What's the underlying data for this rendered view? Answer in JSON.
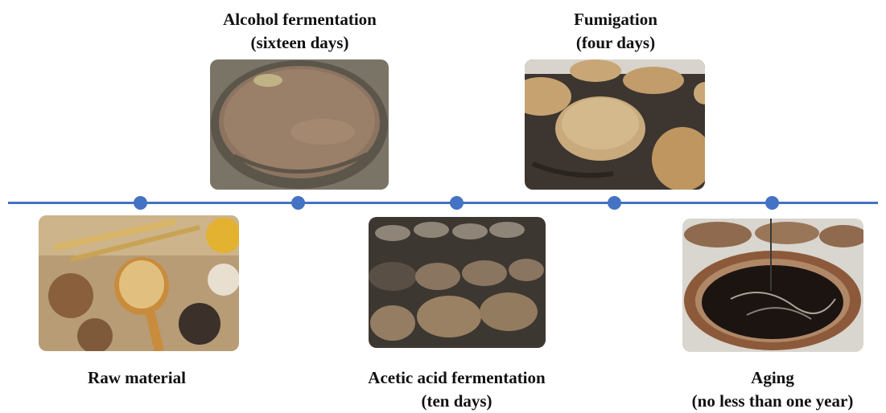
{
  "timeline": {
    "color": "#4472C4",
    "node_count": 5
  },
  "stages": [
    {
      "title": "Raw material",
      "subtitle": "",
      "image": "grains-and-seeds-photo"
    },
    {
      "title": "Alcohol fermentation",
      "subtitle": "(sixteen days)",
      "image": "fermentation-vat-photo"
    },
    {
      "title": "Acetic acid fermentation",
      "subtitle": "(ten days)",
      "image": "acetic-fermentation-pots-photo"
    },
    {
      "title": "Fumigation",
      "subtitle": "(four days)",
      "image": "fumigation-domes-photo"
    },
    {
      "title": "Aging",
      "subtitle": "(no less than one year)",
      "image": "aging-vinegar-jars-photo"
    }
  ]
}
